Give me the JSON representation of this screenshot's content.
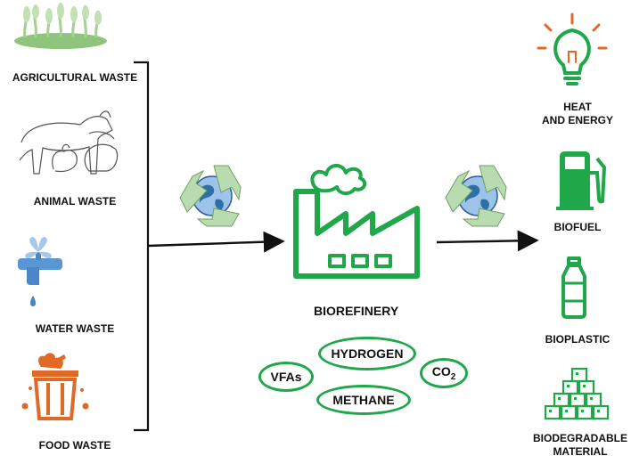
{
  "inputs": [
    {
      "label": "AGRICULTURAL WASTE"
    },
    {
      "label": "ANIMAL WASTE"
    },
    {
      "label": "WATER WASTE"
    },
    {
      "label": "FOOD WASTE"
    }
  ],
  "center": {
    "label": "BIOREFINERY"
  },
  "products": [
    {
      "label": "HYDROGEN"
    },
    {
      "label": "VFAs"
    },
    {
      "label": "CO",
      "sub": "2"
    },
    {
      "label": "METHANE"
    }
  ],
  "outputs": [
    {
      "line1": "HEAT",
      "line2": "AND ENERGY"
    },
    {
      "line1": "BIOFUEL",
      "line2": ""
    },
    {
      "line1": "BIOPLASTIC",
      "line2": ""
    },
    {
      "line1": "BIODEGRADABLE",
      "line2": "MATERIAL"
    }
  ],
  "colors": {
    "green": "#1fa74a",
    "orange": "#e06a25",
    "blue": "#4a86c8",
    "line": "#111111"
  },
  "icons": [
    "plants-icon",
    "animals-icon",
    "faucet-icon",
    "food-basket-icon",
    "recycle-globe-icon",
    "factory-icon",
    "lightbulb-icon",
    "fuel-pump-icon",
    "bottle-icon",
    "boxes-icon"
  ]
}
